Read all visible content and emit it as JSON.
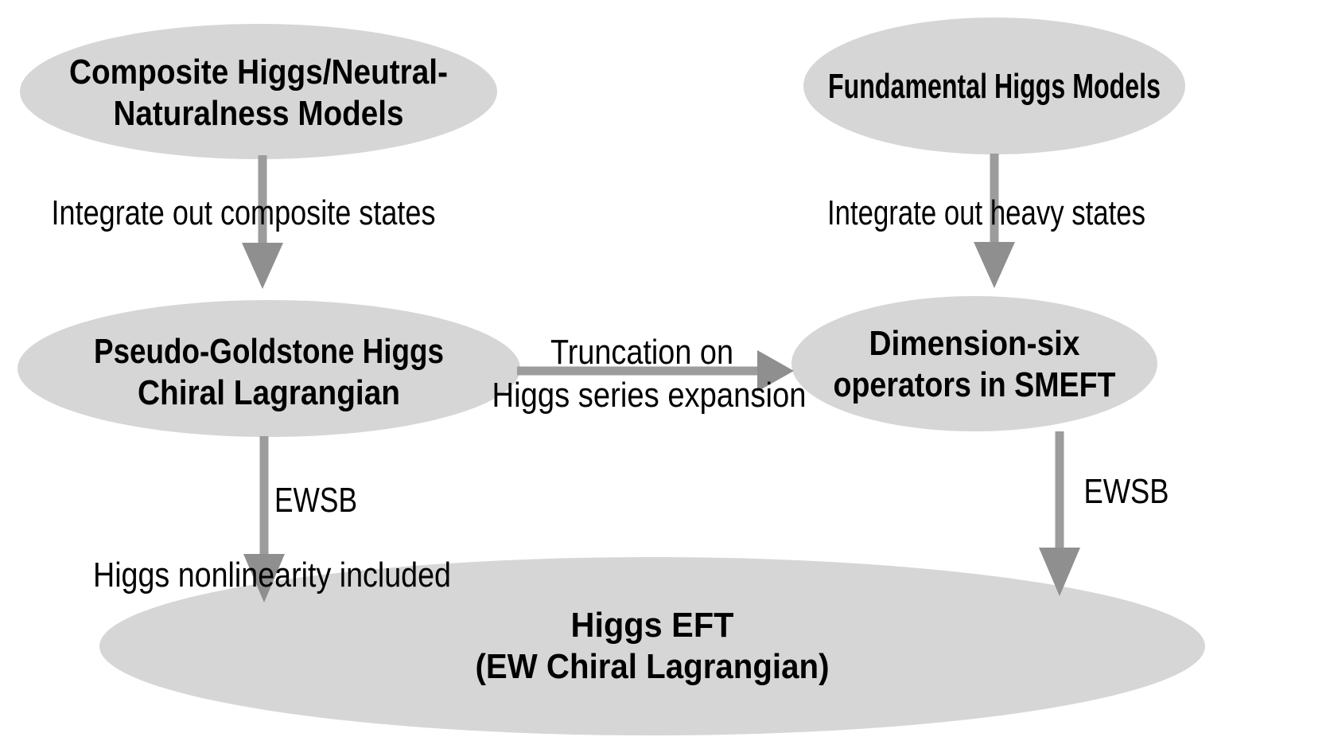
{
  "colors": {
    "background": "#ffffff",
    "node_fill": "#d6d6d6",
    "arrow_stem": "#9c9c9c",
    "arrow_head": "#8f8f8f",
    "text": "#000000"
  },
  "nodes": {
    "composite_higgs": {
      "lines": [
        "Composite Higgs/Neutral-",
        "Naturalness Models"
      ]
    },
    "fundamental_higgs": {
      "lines": [
        "Fundamental Higgs Models"
      ]
    },
    "pseudo_goldstone": {
      "lines": [
        "Pseudo-Goldstone Higgs",
        "Chiral Lagrangian"
      ]
    },
    "dimension_six": {
      "lines": [
        "Dimension-six",
        "operators in SMEFT"
      ]
    },
    "higgs_eft": {
      "lines": [
        "Higgs EFT",
        "(EW Chiral Lagrangian)"
      ]
    }
  },
  "edges": {
    "integrate_composite": "Integrate out composite states",
    "integrate_heavy": "Integrate out heavy states",
    "truncation_line1": "Truncation on",
    "truncation_line2": "Higgs series expansion",
    "ewsb_left": "EWSB",
    "ewsb_right": "EWSB",
    "nonlinearity_note": "Higgs nonlinearity included"
  }
}
